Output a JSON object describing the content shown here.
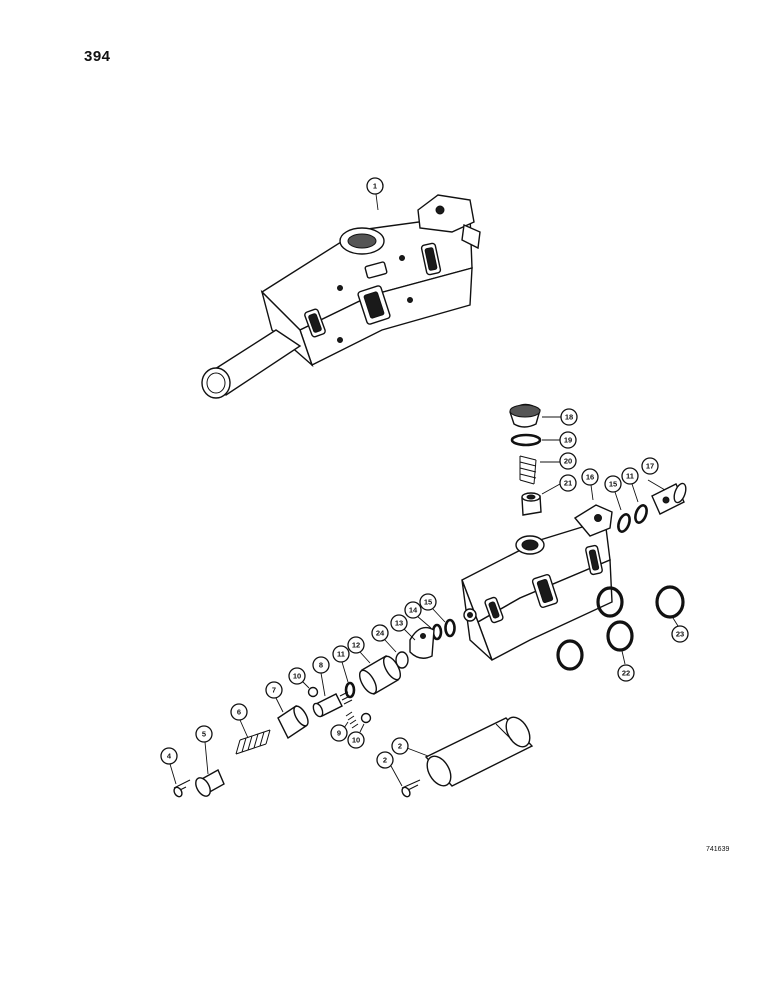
{
  "page": {
    "number": "394",
    "figure_code": "741639"
  },
  "callouts": {
    "c1": "1",
    "c2a": "2",
    "c2b": "2",
    "c4": "4",
    "c5": "5",
    "c6": "6",
    "c7": "7",
    "c8": "8",
    "c9": "9",
    "c10a": "10",
    "c10b": "10",
    "c11": "11",
    "c12": "12",
    "c13": "13",
    "c14": "14",
    "c15a": "15",
    "c15b": "15",
    "c16": "16",
    "c17": "17",
    "c18": "18",
    "c19": "19",
    "c20": "20",
    "c21": "21",
    "c22": "22",
    "c23": "23",
    "c24": "24"
  }
}
